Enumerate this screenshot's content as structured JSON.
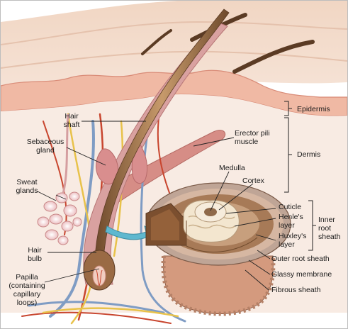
{
  "labels": {
    "hair_shaft": "Hair\nshaft",
    "sebaceous_gland": "Sebaceous\ngland",
    "sweat_glands": "Sweat\nglands",
    "hair_bulb": "Hair\nbulb",
    "papilla": "Papilla\n(containing\ncapillary\nloops)",
    "epidermis": "Epidermis",
    "dermis": "Dermis",
    "erector_pili_muscle": "Erector pili\nmuscle",
    "medulla": "Medulla",
    "cortex": "Cortex",
    "cuticle": "Cuticle",
    "henles_layer": "Henle's\nlayer",
    "huxleys_layer": "Huxley's\nlayer",
    "inner_root_sheath": "Inner\nroot\nsheath",
    "outer_root_sheath": "Outer root sheath",
    "glassy_membrane": "Glassy membrane",
    "fibrous_sheath": "Fibrous sheath"
  },
  "colors": {
    "epidermis": "#f2c9b4",
    "dermis": "#f7e6dc",
    "hair": "#a8794f",
    "follicle": "#d9a1a0",
    "vessel_red": "#c8452e",
    "vessel_blue": "#7f9cc4",
    "nerve": "#e8c24a",
    "muscle": "#cf8f8a",
    "arrow": "#5fb8cf",
    "leader": "#222222"
  }
}
